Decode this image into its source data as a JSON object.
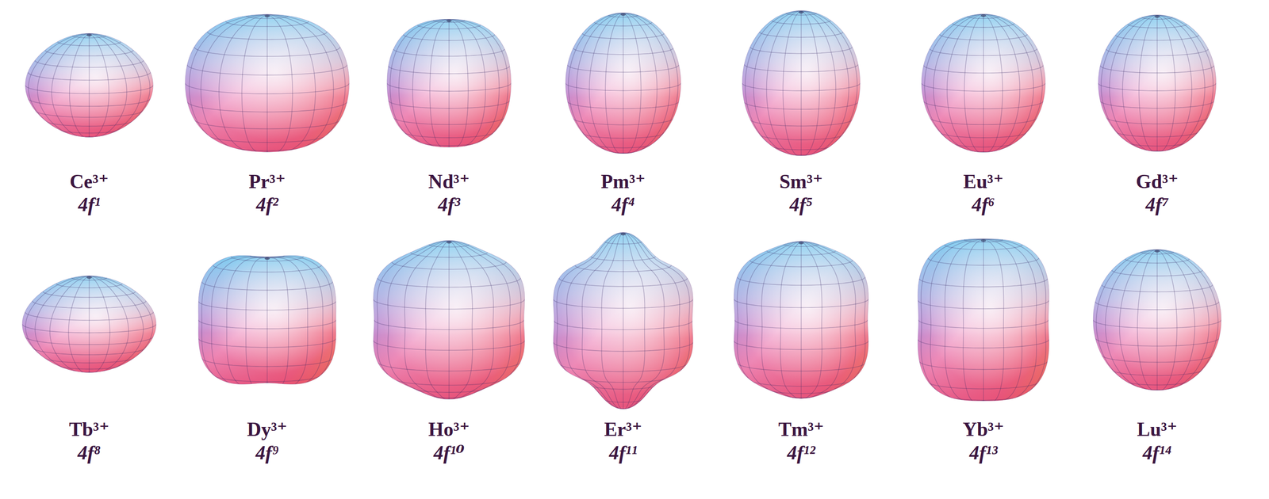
{
  "diagram": {
    "labels": [
      "Ce³⁺",
      "4f¹",
      "Pr³⁺",
      "4f²",
      "Nd³⁺",
      "4f³",
      "Pm³⁺",
      "4f⁴",
      "Sm³⁺",
      "4f⁵",
      "Eu³⁺",
      "4f⁶",
      "Gd³⁺",
      "4f⁷",
      "Tb³⁺",
      "4f⁸",
      "Dy³⁺",
      "4f⁹",
      "Ho³⁺",
      "4f¹⁰",
      "Er³⁺",
      "4f¹¹",
      "Tm³⁺",
      "4f¹²",
      "Yb³⁺",
      "4f¹³",
      "Lu³⁺",
      "4f¹⁴"
    ]
  }
}
